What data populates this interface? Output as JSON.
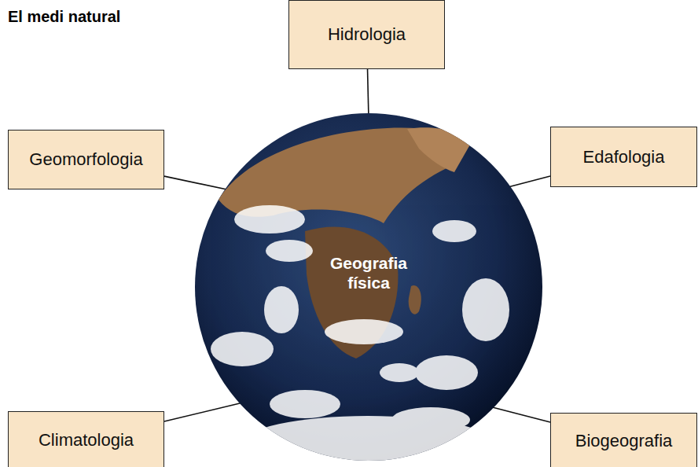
{
  "diagram": {
    "title": "El medi natural",
    "nodes": [
      {
        "text": [
          "Hidrologia"
        ]
      },
      {
        "text": [
          "Geomorfologia"
        ]
      },
      {
        "text": [
          "Edafologia"
        ]
      },
      {
        "text": [
          "Geografia física"
        ]
      },
      {
        "text": [
          "Climatologia"
        ]
      },
      {
        "text": [
          "Biogeografia"
        ]
      }
    ],
    "edges": [
      {
        "from": 0,
        "to": 3,
        "arrow": "none"
      },
      {
        "from": 1,
        "to": 3,
        "arrow": "none"
      },
      {
        "from": 2,
        "to": 3,
        "arrow": "none"
      },
      {
        "from": 4,
        "to": 3,
        "arrow": "none"
      },
      {
        "from": 5,
        "to": 3,
        "arrow": "none"
      }
    ]
  }
}
